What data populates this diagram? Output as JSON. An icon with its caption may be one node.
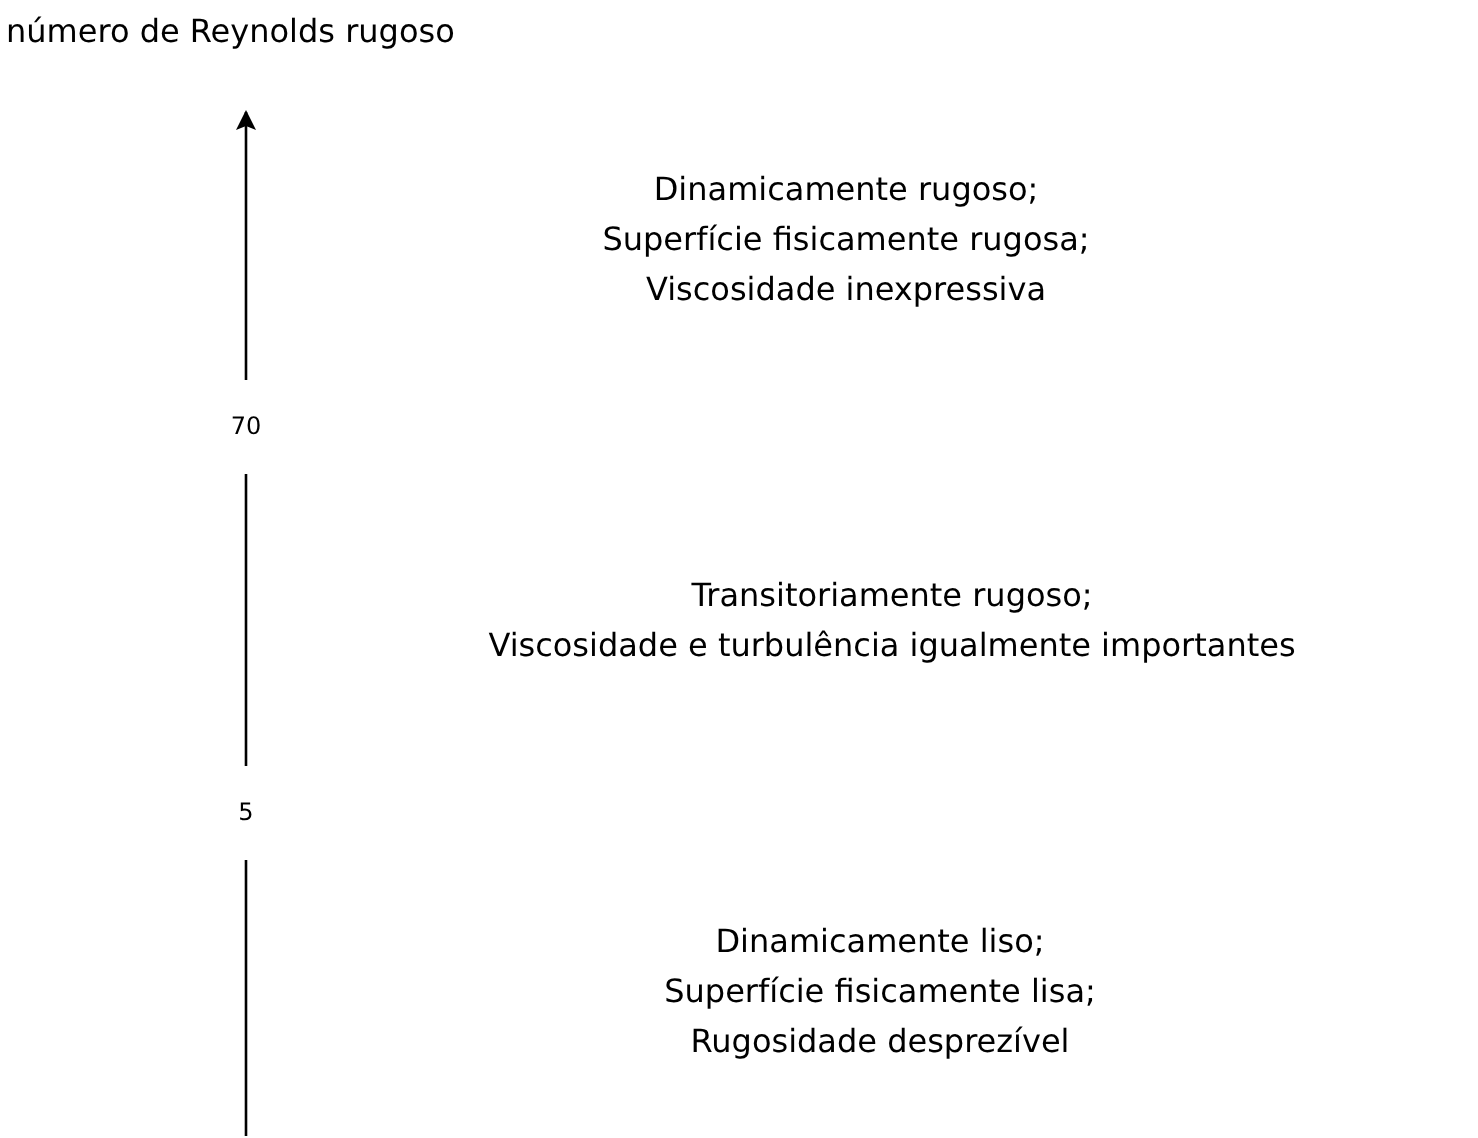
{
  "diagram": {
    "labels": [
      "número de Reynolds rugoso",
      "Dinamicamente rugoso;",
      "Superfície fisicamente rugosa;",
      "Viscosidade inexpressiva",
      "70",
      "Transitoriamente rugoso;",
      "Viscosidade e turbulência igualmente importantes",
      "5",
      "Dinamicamente liso;",
      "Superfície fisicamente lisa;",
      "Rugosidade desprezível"
    ]
  }
}
